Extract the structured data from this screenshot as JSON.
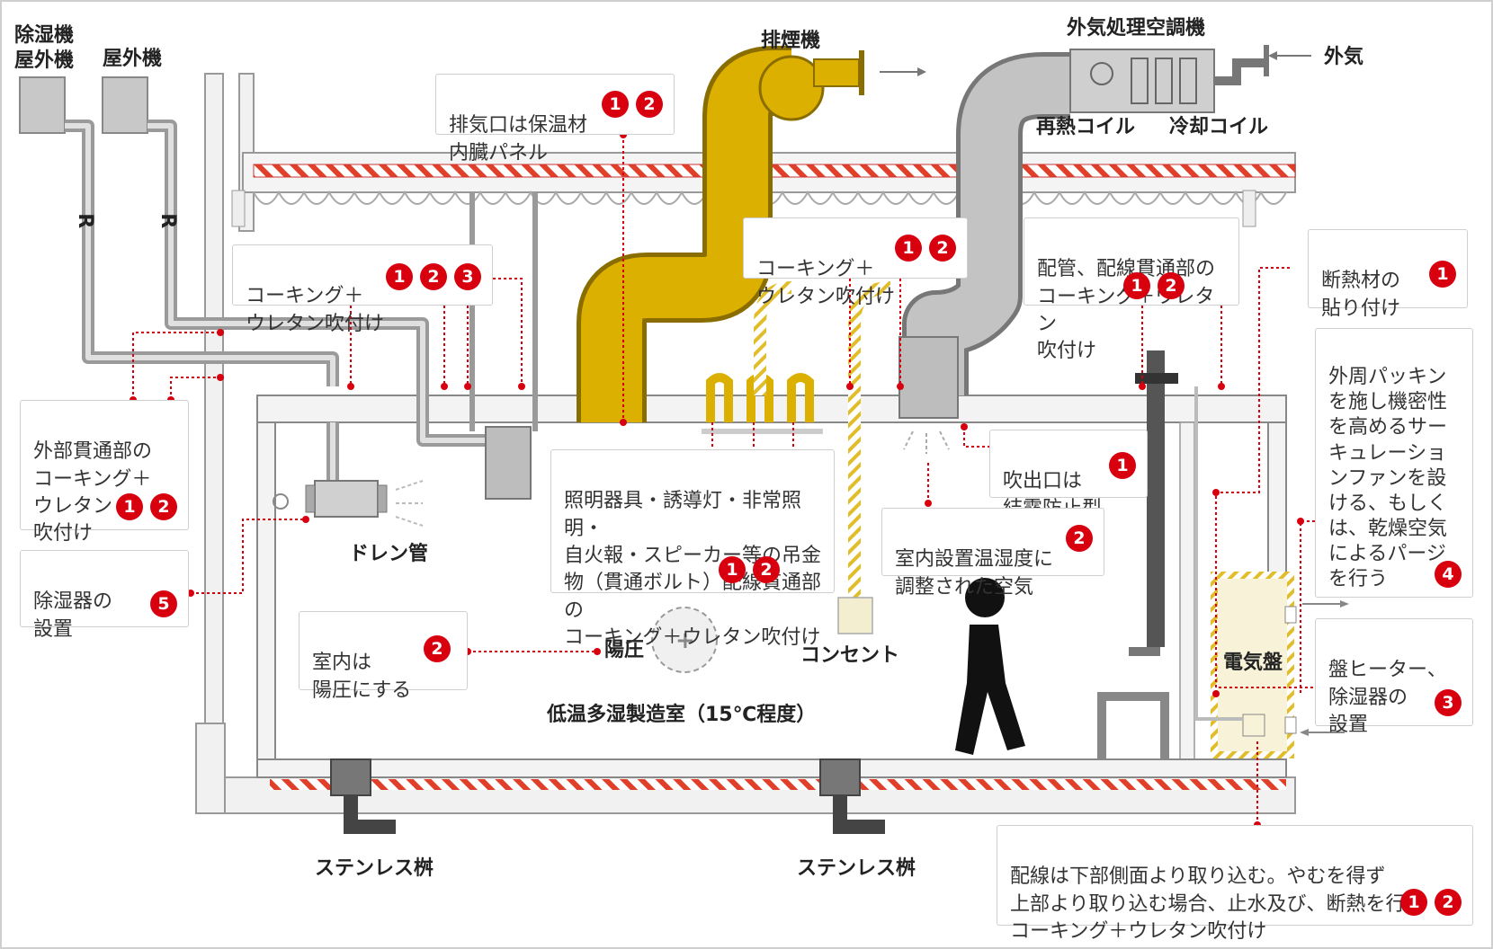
{
  "labels": {
    "dehumidifier_outdoor": "除湿機\n屋外機",
    "outdoor_unit": "屋外機",
    "pipe_r1": "R",
    "pipe_r2": "R",
    "exhaust_fan": "排煙機",
    "oa_unit": "外気処理空調機",
    "outside_air": "外気",
    "reheat_coil": "再熱コイル",
    "cooling_coil": "冷却コイル",
    "drain_pipe": "ドレン管",
    "positive_pressure": "陽圧",
    "plus_sign": "+",
    "outlet": "コンセント",
    "room_name": "低温多湿製造室（15℃程度）",
    "electric_panel": "電気盤",
    "stainless_pit_1": "ステンレス桝",
    "stainless_pit_2": "ステンレス桝"
  },
  "callouts": [
    {
      "id": "exhaust-panel",
      "text": "排気口は保温材\n内臓パネル",
      "badges": [
        "1",
        "2"
      ]
    },
    {
      "id": "caulking-left",
      "text": "コーキング＋\nウレタン吹付け",
      "badges": [
        "1",
        "2",
        "3"
      ]
    },
    {
      "id": "caulking-center",
      "text": "コーキング＋\nウレタン吹付け",
      "badges": [
        "1",
        "2"
      ]
    },
    {
      "id": "pipe-penetration",
      "text": "配管、配線貫通部の\nコーキング＋ウレタン\n吹付け",
      "badges": [
        "1",
        "2"
      ]
    },
    {
      "id": "insulation",
      "text": "断熱材の\n貼り付け",
      "badges": [
        "1"
      ]
    },
    {
      "id": "exterior-penetration",
      "text": "外部貫通部の\nコーキング＋\nウレタン\n吹付け",
      "badges": [
        "1",
        "2"
      ]
    },
    {
      "id": "dehumidifier-install",
      "text": "除湿器の\n設置",
      "badges": [
        "5"
      ]
    },
    {
      "id": "lighting",
      "text": "照明器具・誘導灯・非常照明・\n自火報・スピーカー等の吊金\n物（貫通ボルト）配線貫通部の\nコーキング＋ウレタン吹付け",
      "badges": [
        "1",
        "2"
      ]
    },
    {
      "id": "outlet-condensation",
      "text": "吹出口は\n結露防止型",
      "badges": [
        "1"
      ]
    },
    {
      "id": "adjusted-air",
      "text": "室内設置温湿度に\n調整された空気",
      "badges": [
        "2"
      ]
    },
    {
      "id": "perimeter-packing",
      "text": "外周パッキン\nを施し機密性\nを高めるサー\nキュレーショ\nンファンを設\nける、もしく\nは、乾燥空気\nによるパージ\nを行う",
      "badges": [
        "4"
      ]
    },
    {
      "id": "panel-heater",
      "text": "盤ヒーター、\n除湿器の\n設置",
      "badges": [
        "3"
      ]
    },
    {
      "id": "positive-room",
      "text": "室内は\n陽圧にする",
      "badges": [
        "2"
      ]
    },
    {
      "id": "wiring",
      "text": "配線は下部側面より取り込む。やむを得ず\n上部より取り込む場合、止水及び、断熱を行う\nコーキング＋ウレタン吹付け",
      "badges": [
        "1",
        "2"
      ]
    }
  ],
  "colors": {
    "accent": "#d8000f",
    "duct_yellow": "#dcb000",
    "gray": "#bdbdbd",
    "dark": "#555555"
  }
}
